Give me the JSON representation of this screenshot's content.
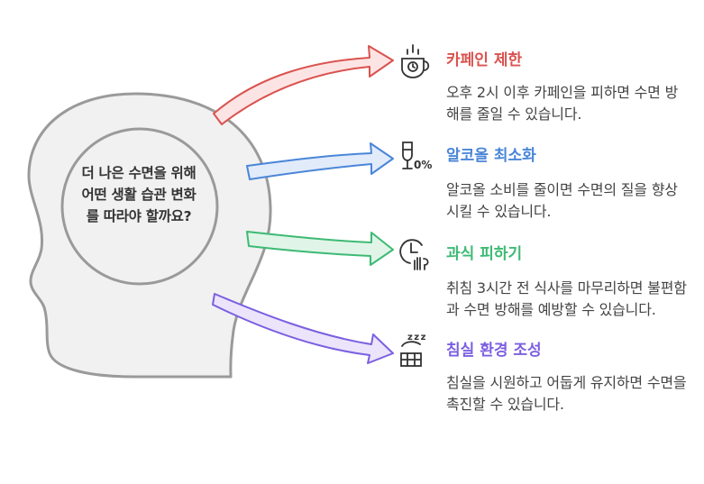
{
  "center_question": "더 나은 수면을 위해 어떤 생활 습관 변화를 따라야 할까요?",
  "items": [
    {
      "title": "카페인 제한",
      "description": "오후 2시 이후 카페인을 피하면 수면 방해를 줄일 수 있습니다.",
      "icon": "coffee-cup-icon",
      "color": "#d9534f"
    },
    {
      "title": "알코올 최소화",
      "description": "알코올 소비를 줄이면 수면의 질을 향상시킬 수 있습니다.",
      "icon": "wine-glass-zero-percent-icon",
      "icon_text": "0%",
      "color": "#4a86d8"
    },
    {
      "title": "과식 피하기",
      "description": "취침 3시간 전 식사를 마무리하면 불편함과 수면 방해를 예방할 수 있습니다.",
      "icon": "clock-cutlery-icon",
      "color": "#3dba74"
    },
    {
      "title": "침실 환경 조성",
      "description": "침실을 시원하고 어둡게 유지하면 수면을 촉진할 수 있습니다.",
      "icon": "sleeping-bed-icon",
      "icon_text": "z z z",
      "color": "#7b5fe0"
    }
  ]
}
